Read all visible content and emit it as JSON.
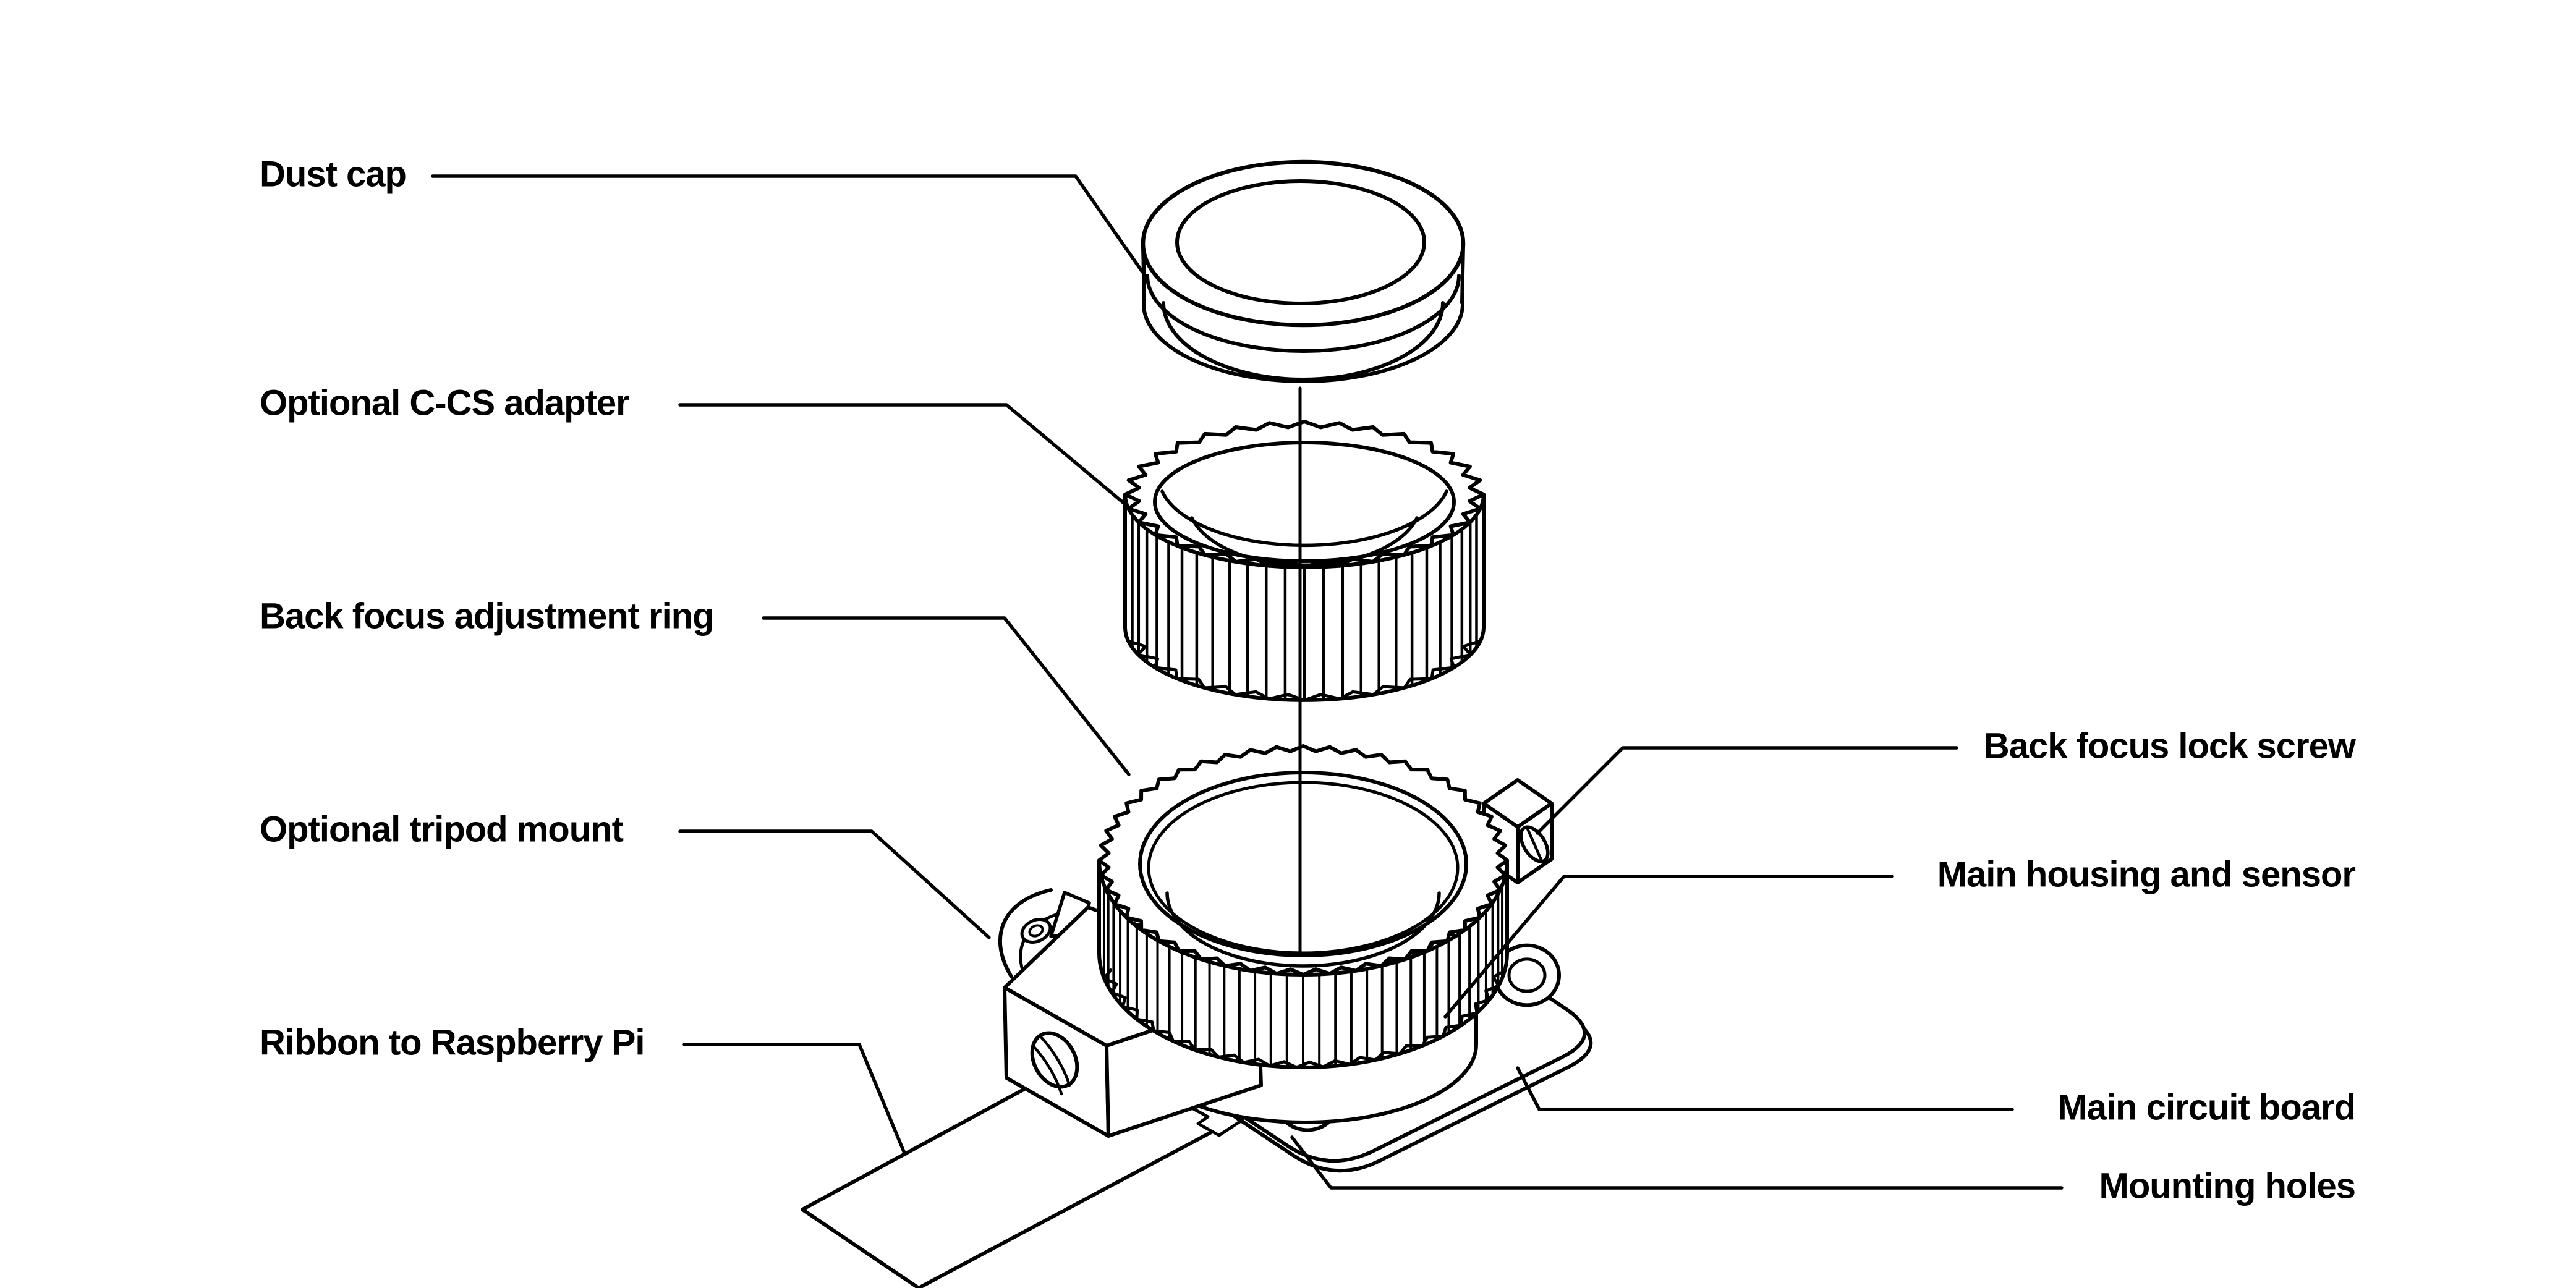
{
  "labels": {
    "dust_cap": "Dust cap",
    "c_cs_adapter": "Optional C-CS adapter",
    "back_focus_ring": "Back focus adjustment ring",
    "tripod_mount": "Optional tripod mount",
    "ribbon": "Ribbon to Raspberry Pi",
    "lock_screw": "Back focus lock screw",
    "main_housing": "Main housing and sensor",
    "circuit_board": "Main circuit board",
    "mounting_holes": "Mounting holes"
  },
  "colors": {
    "line": "#000000",
    "background": "#ffffff"
  }
}
